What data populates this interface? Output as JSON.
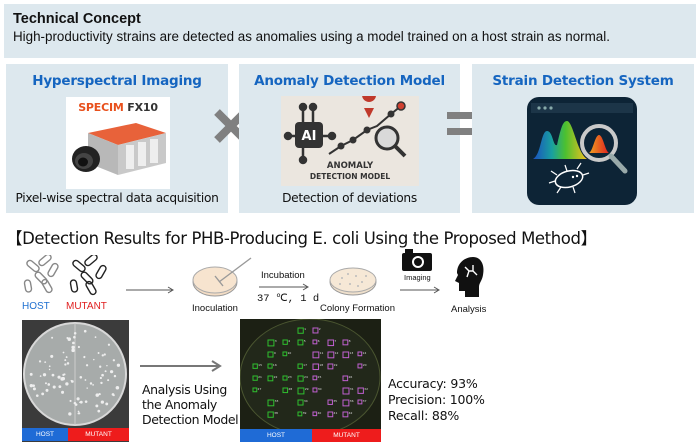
{
  "concept": {
    "title": "Technical Concept",
    "description": "High-productivity strains are detected as anomalies using a model trained on a host strain as normal."
  },
  "panels": [
    {
      "title": "Hyperspectral Imaging",
      "caption": "Pixel-wise spectral data acquisition",
      "brand": "SPECIM",
      "model": "FX10"
    },
    {
      "title": "Anomaly Detection Model",
      "caption": "Detection of deviations",
      "chip_label": "AI",
      "image_text_1": "ANOMALY",
      "image_text_2": "DETECTION MODEL"
    },
    {
      "title": "Strain Detection System"
    }
  ],
  "operators": {
    "times": "×",
    "equals": "="
  },
  "results": {
    "title": "【Detection Results for PHB-Producing E. coli Using the Proposed Method】",
    "workflow": {
      "host_label": "HOST",
      "mutant_label": "MUTANT",
      "inoculation": "Inoculation",
      "incubation": "Incubation",
      "incubation_cond": "37 ℃, 1 d",
      "colony_formation": "Colony Formation",
      "imaging": "Imaging",
      "analysis": "Analysis"
    },
    "plate_labels": {
      "host": "HOST",
      "mutant": "MUTANT"
    },
    "analysis_caption": [
      "Analysis Using",
      "the Anomaly",
      "Detection Model"
    ],
    "metrics": {
      "accuracy": "Accuracy: 93%",
      "precision": "Precision: 100%",
      "recall": "Recall: 88%"
    }
  },
  "colors": {
    "panel_bg": "#dde8ee",
    "title_blue": "#1565c0",
    "host_blue": "#1e6fd0",
    "mutant_red": "#e02020",
    "box_green": "#2fbf2f",
    "box_purple": "#c060d0"
  }
}
